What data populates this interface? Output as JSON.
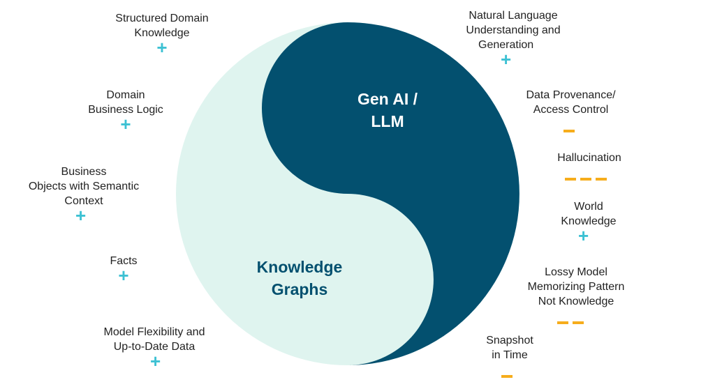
{
  "colors": {
    "llm": "#03506f",
    "kg": "#dff4ef",
    "plus": "#3dc1d3",
    "minus": "#f6ad1c",
    "kg_title": "#03506f",
    "llm_title": "#ffffff"
  },
  "center": {
    "llm_title_line1": "Gen AI /",
    "llm_title_line2": "LLM",
    "kg_title_line1": "Knowledge",
    "kg_title_line2": "Graphs"
  },
  "left_items": [
    {
      "line1": "Structured Domain",
      "line2": "Knowledge",
      "mark": "plus"
    },
    {
      "line1": "Domain",
      "line2": "Business Logic",
      "mark": "plus"
    },
    {
      "line1": "Business",
      "line2": "Objects with Semantic",
      "line3": "Context",
      "mark": "plus"
    },
    {
      "line1": "Facts",
      "mark": "plus"
    },
    {
      "line1": "Model Flexibility and",
      "line2": "Up-to-Date Data",
      "mark": "plus"
    }
  ],
  "right_items": [
    {
      "line1": "Natural Language",
      "line2": "Understanding and",
      "line3": "Generation",
      "mark": "plus"
    },
    {
      "line1": "Data Provenance/",
      "line2": "Access Control",
      "mark": "minus",
      "minus_count": 1
    },
    {
      "line1": "Hallucination",
      "mark": "minus",
      "minus_count": 3
    },
    {
      "line1": "World",
      "line2": "Knowledge",
      "mark": "plus"
    },
    {
      "line1": "Lossy Model",
      "line2": "Memorizing Pattern",
      "line3": "Not Knowledge",
      "mark": "minus",
      "minus_count": 2
    },
    {
      "line1": "Snapshot",
      "line2": "in Time",
      "mark": "minus",
      "minus_count": 1
    }
  ]
}
